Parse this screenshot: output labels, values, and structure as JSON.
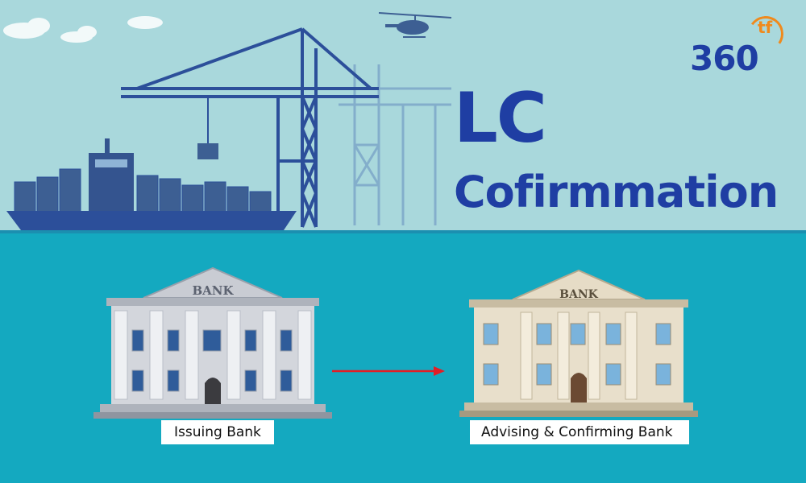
{
  "title": {
    "line1": "LC",
    "line2": "Cofirmmation"
  },
  "logo": {
    "number": "360",
    "suffix": "tf"
  },
  "banks": {
    "issuing": {
      "sign": "BANK",
      "label": "Issuing Bank"
    },
    "advising": {
      "sign": "BANK",
      "label": "Advising & Confirming Bank"
    }
  },
  "colors": {
    "sky": "#a9d8dc",
    "sea": "#14a9c0",
    "title": "#1f3ea3",
    "accent": "#f08a1c",
    "arrow": "#e21e26"
  },
  "icons": [
    "helicopter-icon",
    "crane-icon",
    "cargo-ship-icon",
    "arrow-right-icon"
  ]
}
